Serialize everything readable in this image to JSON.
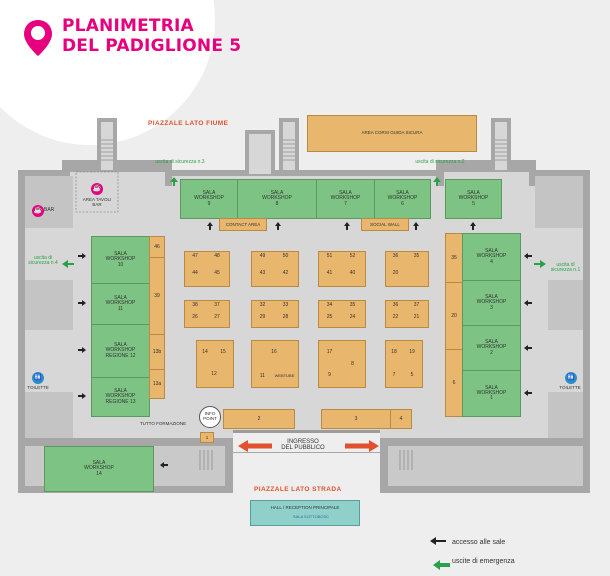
{
  "title_line1": "PLANIMETRIA",
  "title_line2": "DEL PADIGLIONE 5",
  "labels": {
    "piazzale_fiume": "PIAZZALE LATO FIUME",
    "piazzale_strada": "PIAZZALE LATO STRADA",
    "uscita_n2": "uscita di sicurezza n.2",
    "uscita_n3": "uscita di sicurezza n.3",
    "uscita_n4": "uscita di sicurezza n.4",
    "uscita_n1": "uscita di sicurezza n.1",
    "area_corsi": "AREA CORSI GUIDA SICURA",
    "contact_area": "CONTACT AREA",
    "social_wall": "SOCIAL WALL",
    "bar": "BAR",
    "area_tavoli": "AREA TAVOLI BAR",
    "toilette_left": "TOILETTE",
    "toilette_right": "TOILETTE",
    "tutto_formazione": "TUTTO FORMAZIONE",
    "info_point": "INFO POINT",
    "ingresso": "INGRESSO DEL PUBBLICO",
    "hall": "HALL / RECEPTION PRINCIPALE",
    "sala_sotto": "SALA SOTTOBOSC",
    "webtube": "WEBTUBE"
  },
  "rooms": {
    "w9": "SALA WORKSHOP 9",
    "w8": "SALA WORKSHOP 8",
    "w7": "SALA WORKSHOP 7",
    "w6": "SALA WORKSHOP 6",
    "w5": "SALA WORKSHOP 5",
    "w4": "SALA WORKSHOP 4",
    "w3": "SALA WORKSHOP 3",
    "w2": "SALA WORKSHOP 2",
    "w1": "SALA WORKSHOP 1",
    "w10": "SALA WORKSHOP 10",
    "w11": "SALA WORKSHOP 11",
    "w12": "SALA WORKSHOP REGIONE 12",
    "w13": "SALA WORKSHOP REGIONE 13",
    "w14": "SALA WORKSHOP 14"
  },
  "stands": {
    "s46": "46",
    "s39": "39",
    "s13b": "13b",
    "s13a": "13a",
    "s47": "47",
    "s48": "48",
    "s44": "44",
    "s45": "45",
    "s49": "49",
    "s50": "50",
    "s43": "43",
    "s42": "42",
    "s51": "51",
    "s52": "52",
    "s41": "41",
    "s40": "40",
    "s36": "36",
    "s35": "35",
    "s20": "20",
    "s38": "38",
    "s37": "37",
    "s26": "26",
    "s27": "27",
    "s32": "32",
    "s33": "33",
    "s29": "29",
    "s28": "28",
    "s34": "34",
    "s35b": "35",
    "s25": "25",
    "s24": "24",
    "s36b": "36",
    "s37b": "37",
    "s22": "22",
    "s21": "21",
    "s6": "6",
    "s14": "14",
    "s15": "15",
    "s12": "12",
    "s16": "16",
    "s11": "11",
    "s17": "17",
    "s8": "8",
    "s9": "9",
    "s18": "18",
    "s19": "19",
    "s7": "7",
    "s5": "5",
    "s2": "2",
    "s3": "3",
    "s4": "4",
    "s1": "1"
  },
  "legend": {
    "accesso": "accesso alle sale",
    "uscite": "uscite di emergenza"
  },
  "colors": {
    "accent": "#e6007e",
    "stand": "#e8b66c",
    "workshop": "#7dc484",
    "wall": "#9c9c9c",
    "floor": "#d3d3d3",
    "exit_arrow": "#2aa148",
    "entrance_arrow": "#e2502e",
    "hall": "#8fd0cb"
  },
  "icons": [
    "map-pin-icon",
    "coffee-icon",
    "toilet-icon",
    "arrow-left-icon",
    "arrow-right-icon"
  ]
}
